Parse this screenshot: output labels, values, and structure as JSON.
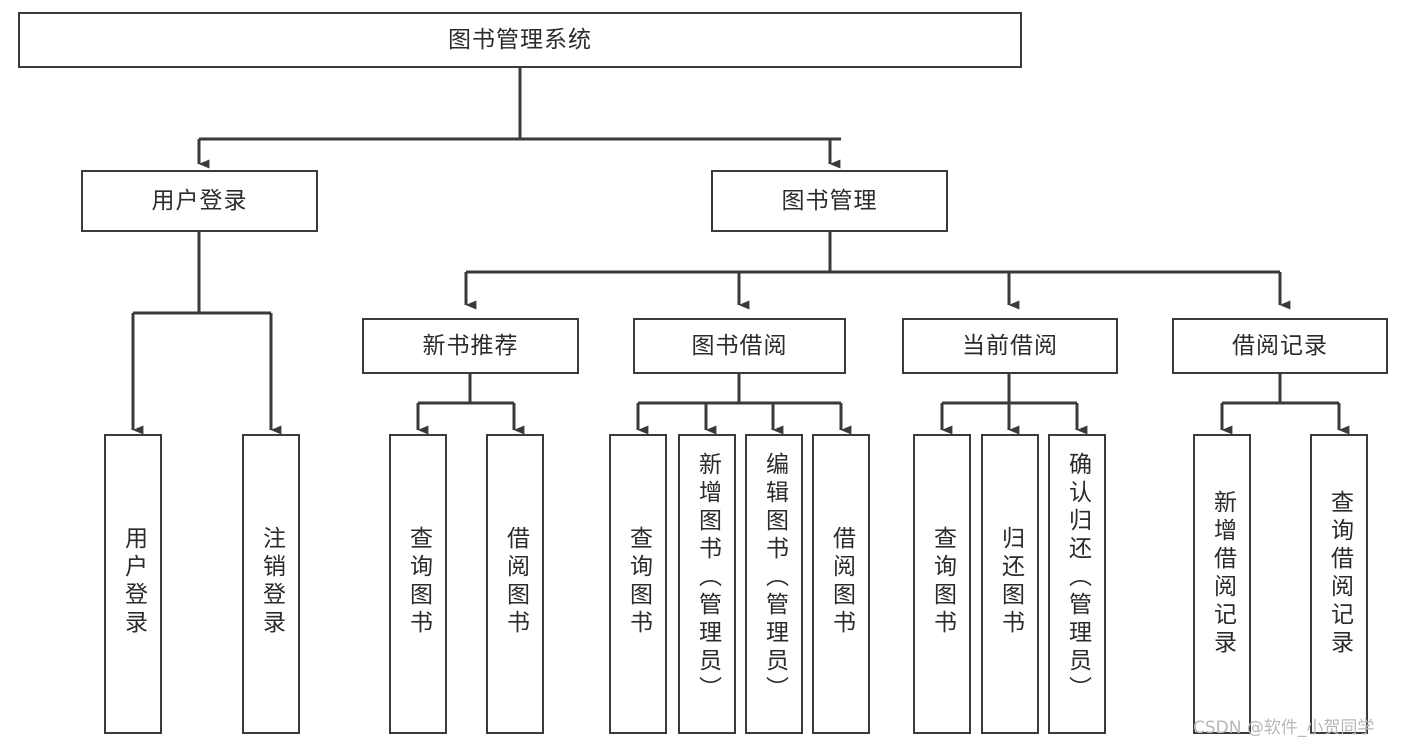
{
  "diagram": {
    "title": "图书管理系统",
    "type": "tree",
    "orientation": "top-down",
    "stroke_color": "#3a3a3a",
    "fill_color": "#ffffff",
    "text_color": "#2b2b2b",
    "root": {
      "label": "图书管理系统"
    },
    "level2": [
      {
        "label": "用户登录"
      },
      {
        "label": "图书管理"
      }
    ],
    "level3": [
      {
        "label": "新书推荐"
      },
      {
        "label": "图书借阅"
      },
      {
        "label": "当前借阅"
      },
      {
        "label": "借阅记录"
      }
    ],
    "leaves": [
      {
        "label": "用户登录",
        "parent": "用户登录"
      },
      {
        "label": "注销登录",
        "parent": "用户登录"
      },
      {
        "label": "查询图书",
        "parent": "新书推荐"
      },
      {
        "label": "借阅图书",
        "parent": "新书推荐"
      },
      {
        "label": "查询图书",
        "parent": "图书借阅"
      },
      {
        "label": "新增图书（管理员）",
        "parent": "图书借阅"
      },
      {
        "label": "编辑图书（管理员）",
        "parent": "图书借阅"
      },
      {
        "label": "借阅图书",
        "parent": "图书借阅"
      },
      {
        "label": "查询图书",
        "parent": "当前借阅"
      },
      {
        "label": "归还图书",
        "parent": "当前借阅"
      },
      {
        "label": "确认归还（管理员）",
        "parent": "当前借阅"
      },
      {
        "label": "新增借阅记录",
        "parent": "借阅记录"
      },
      {
        "label": "查询借阅记录",
        "parent": "借阅记录"
      }
    ]
  },
  "watermark": {
    "text": "CSDN @软件_小贺同学"
  }
}
